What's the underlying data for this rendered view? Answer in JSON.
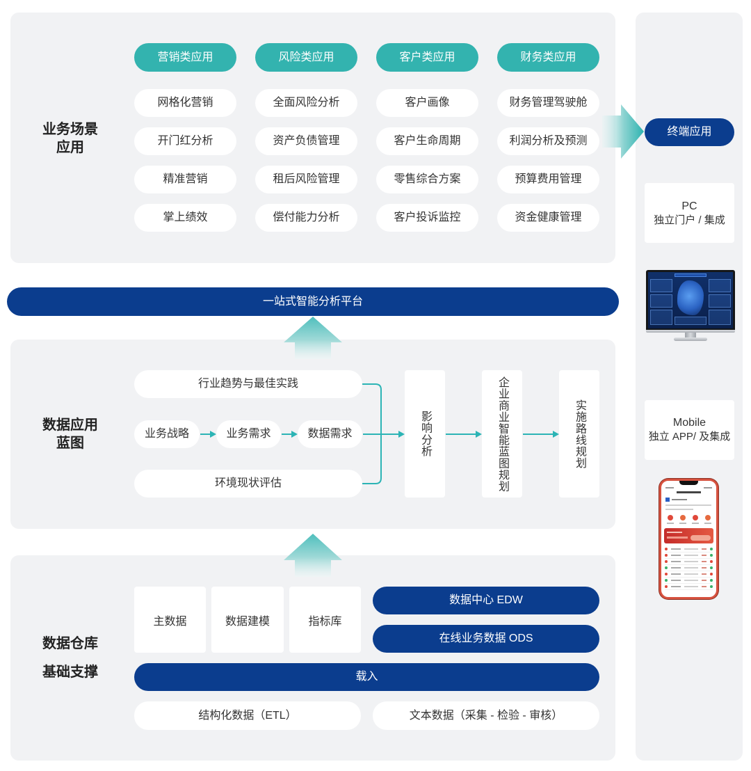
{
  "colors": {
    "panel": "#f1f2f4",
    "teal": "#33b3af",
    "navy": "#0b3d8e",
    "arrow": "#2cb4b5",
    "text": "#333333",
    "card": "#ffffff"
  },
  "scenario": {
    "label": [
      "业务场景",
      "应用"
    ],
    "categories": [
      {
        "header": "营销类应用",
        "items": [
          "网格化营销",
          "开门红分析",
          "精准营销",
          "掌上绩效"
        ]
      },
      {
        "header": "风险类应用",
        "items": [
          "全面风险分析",
          "资产负债管理",
          "租后风险管理",
          "偿付能力分析"
        ]
      },
      {
        "header": "客户类应用",
        "items": [
          "客户画像",
          "客户生命周期",
          "零售综合方案",
          "客户投诉监控"
        ]
      },
      {
        "header": "财务类应用",
        "items": [
          "财务管理驾驶舱",
          "利润分析及预测",
          "预算费用管理",
          "资金健康管理"
        ]
      }
    ]
  },
  "terminal": {
    "title": "终端应用",
    "pc": {
      "title": "PC",
      "subtitle": "独立门户 / 集成"
    },
    "mobile": {
      "title": "Mobile",
      "subtitle": "独立 APP/ 及集成"
    }
  },
  "platform": "一站式智能分析平台",
  "blueprint": {
    "label": [
      "数据应用",
      "蓝图"
    ],
    "top": "行业趋势与最佳实践",
    "flow": [
      "业务战略",
      "业务需求",
      "数据需求"
    ],
    "bottom": "环境现状评估",
    "stages": [
      "影响分析",
      "企业商业智能蓝图规划",
      "实施路线规划"
    ]
  },
  "warehouse": {
    "label": [
      "数据仓库",
      "基础支撑"
    ],
    "blocks": [
      "主数据",
      "数据建模",
      "指标库"
    ],
    "edw": "数据中心 EDW",
    "ods": "在线业务数据 ODS",
    "load": "载入",
    "sources": [
      "结构化数据（ETL）",
      "文本数据（采集 - 检验 - 审核）"
    ]
  }
}
